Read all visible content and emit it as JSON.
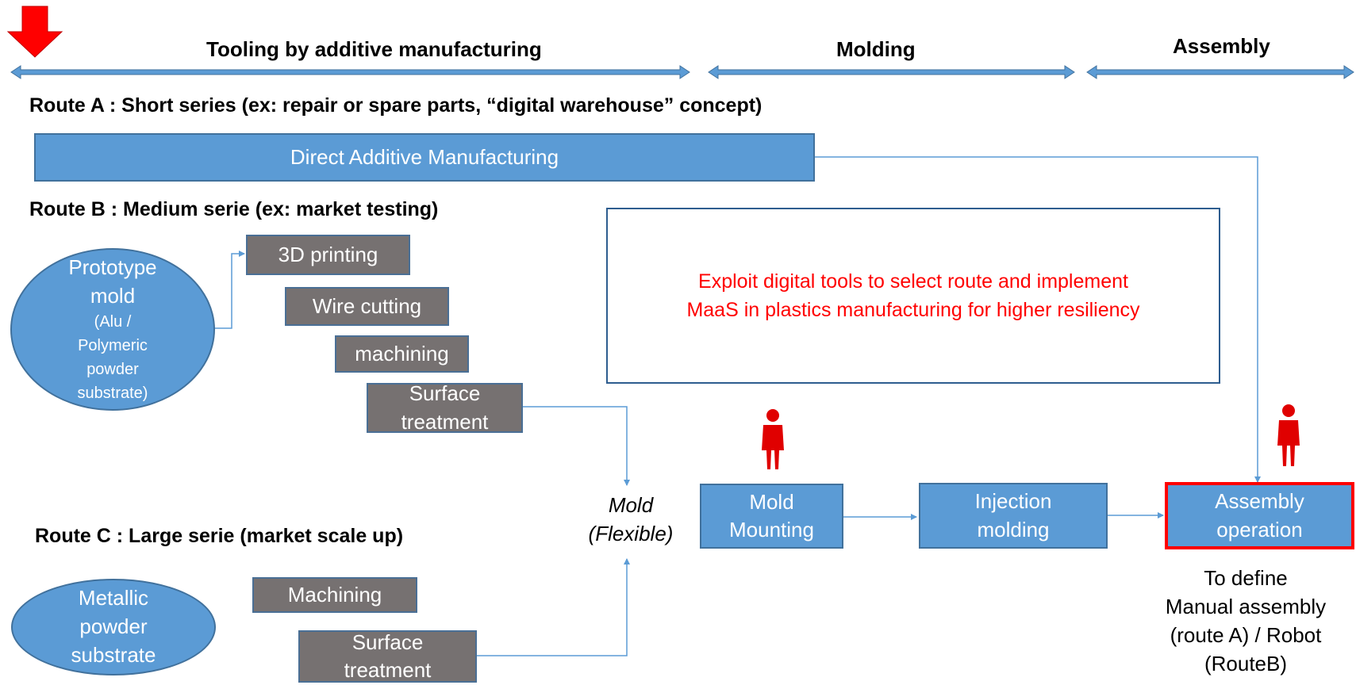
{
  "phases": {
    "tooling": "Tooling by additive manufacturing",
    "molding": "Molding",
    "assembly": "Assembly"
  },
  "routes": {
    "a_label": "Route A : Short series (ex: repair or spare parts, “digital warehouse” concept)",
    "b_label": "Route B : Medium serie (ex: market testing)",
    "c_label": "Route C : Large serie (market scale up)"
  },
  "route_a": {
    "direct_am": "Direct Additive Manufacturing"
  },
  "route_b": {
    "prototype_line1": "Prototype",
    "prototype_line2": "mold",
    "prototype_sub": "(Alu / Polymeric powder substrate)",
    "steps": [
      "3D printing",
      "Wire cutting",
      "machining"
    ],
    "surface_line1": "Surface",
    "surface_line2": "treatment"
  },
  "route_c": {
    "metallic_line1": "Metallic",
    "metallic_line2": "powder",
    "metallic_line3": "substrate",
    "machining": "Machining",
    "surface_line1": "Surface",
    "surface_line2": "treatment"
  },
  "mold": {
    "line1": "Mold",
    "line2": "(Flexible)"
  },
  "process": {
    "mounting_line1": "Mold",
    "mounting_line2": "Mounting",
    "injection_line1": "Injection",
    "injection_line2": "molding",
    "assembly_line1": "Assembly",
    "assembly_line2": "operation"
  },
  "note": {
    "line1": "Exploit digital tools to select route and implement",
    "line2": "MaaS in plastics manufacturing for higher resiliency"
  },
  "assembly_note": {
    "line1": "To define",
    "line2": "Manual assembly",
    "line3": "(route A) / Robot",
    "line4": "(RouteB)"
  },
  "colors": {
    "box_blue": "#5b9bd5",
    "box_grey": "#767171",
    "note_red": "#ff0000",
    "highlight_red": "#ff0000",
    "connector": "#5b9bd5",
    "person_red": "#e00000"
  },
  "icons": {
    "start_marker": "red-down-arrow-icon",
    "operator": "person-icon"
  }
}
